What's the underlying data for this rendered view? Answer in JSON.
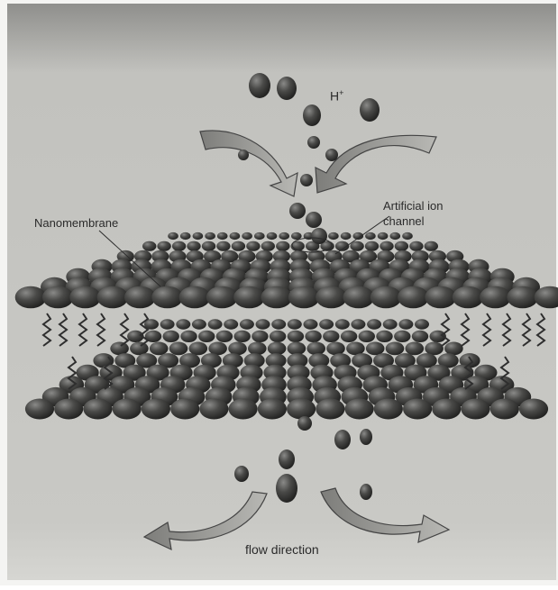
{
  "labels": {
    "hydrogen_ion": "H",
    "hydrogen_ion_charge": "+",
    "nanomembrane": "Nanomembrane",
    "ion_channel_line1": "Artificial ion",
    "ion_channel_line2": "channel",
    "flow_direction": "flow direction"
  },
  "colors": {
    "paper": "#c4c4c0",
    "sphere": "#3f3f3f",
    "arrow": "#9a9a96"
  }
}
